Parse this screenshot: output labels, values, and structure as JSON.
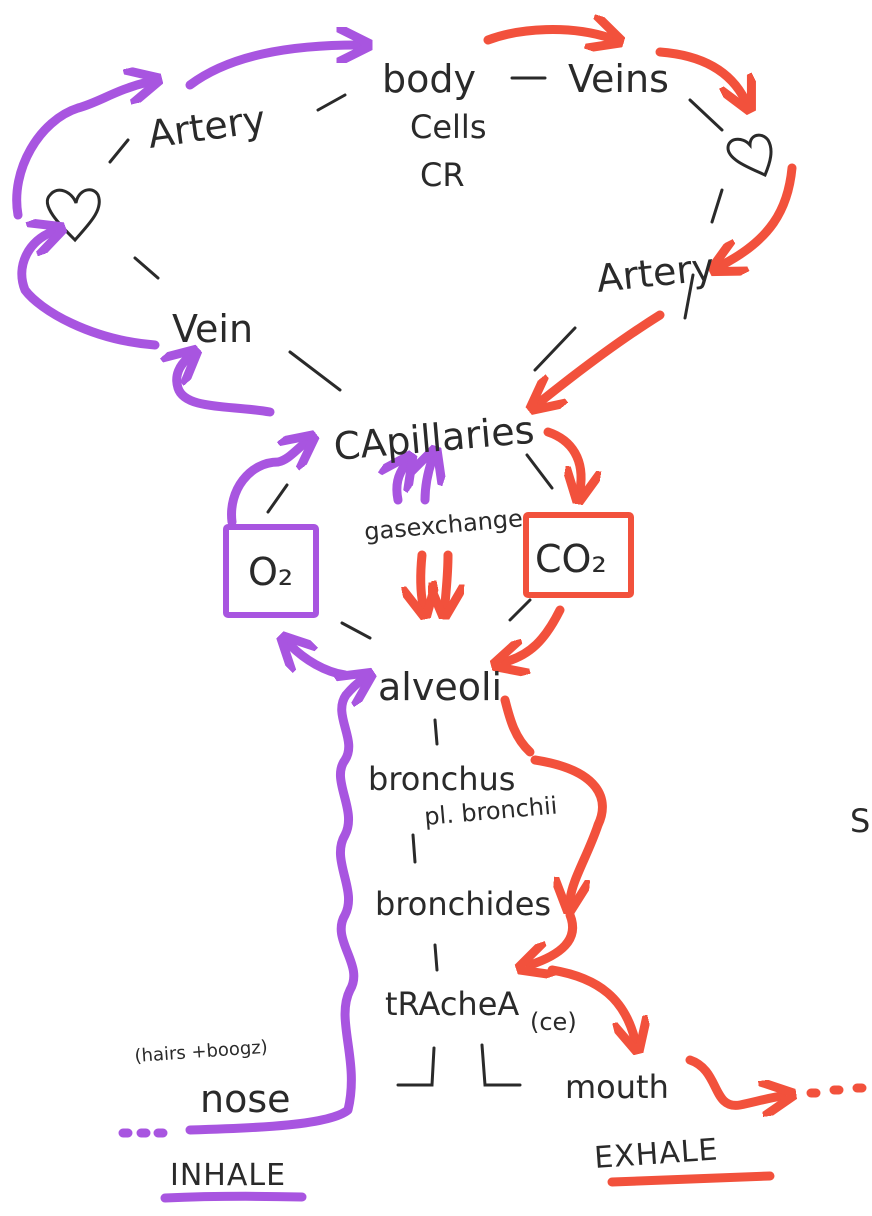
{
  "colors": {
    "inhale": "#a855e0",
    "exhale": "#f2513c",
    "ink": "#2a2a2a"
  },
  "labels": {
    "body": "body",
    "cells": "Cells",
    "cr": "CR",
    "veins": "Veins",
    "artery_left": "Artery",
    "artery_right": "Artery",
    "vein": "Vein",
    "capillaries": "CApillaries",
    "gas_exchange": "gasexchange",
    "o2": "O₂",
    "co2": "CO₂",
    "alveoli": "alveoli",
    "bronchus": "bronchus",
    "bronchii": "pl. bronchii",
    "bronchioles": "bronchides",
    "trachea": "tRAcheA",
    "trachea_note": "(ce)",
    "nose_note": "(hairs +boogz)",
    "nose": "nose",
    "mouth": "mouth",
    "inhale": "INHALE",
    "exhale": "EXHALE",
    "edge_letter": "S"
  },
  "icons": [
    "heart-icon-left",
    "heart-icon-right"
  ]
}
